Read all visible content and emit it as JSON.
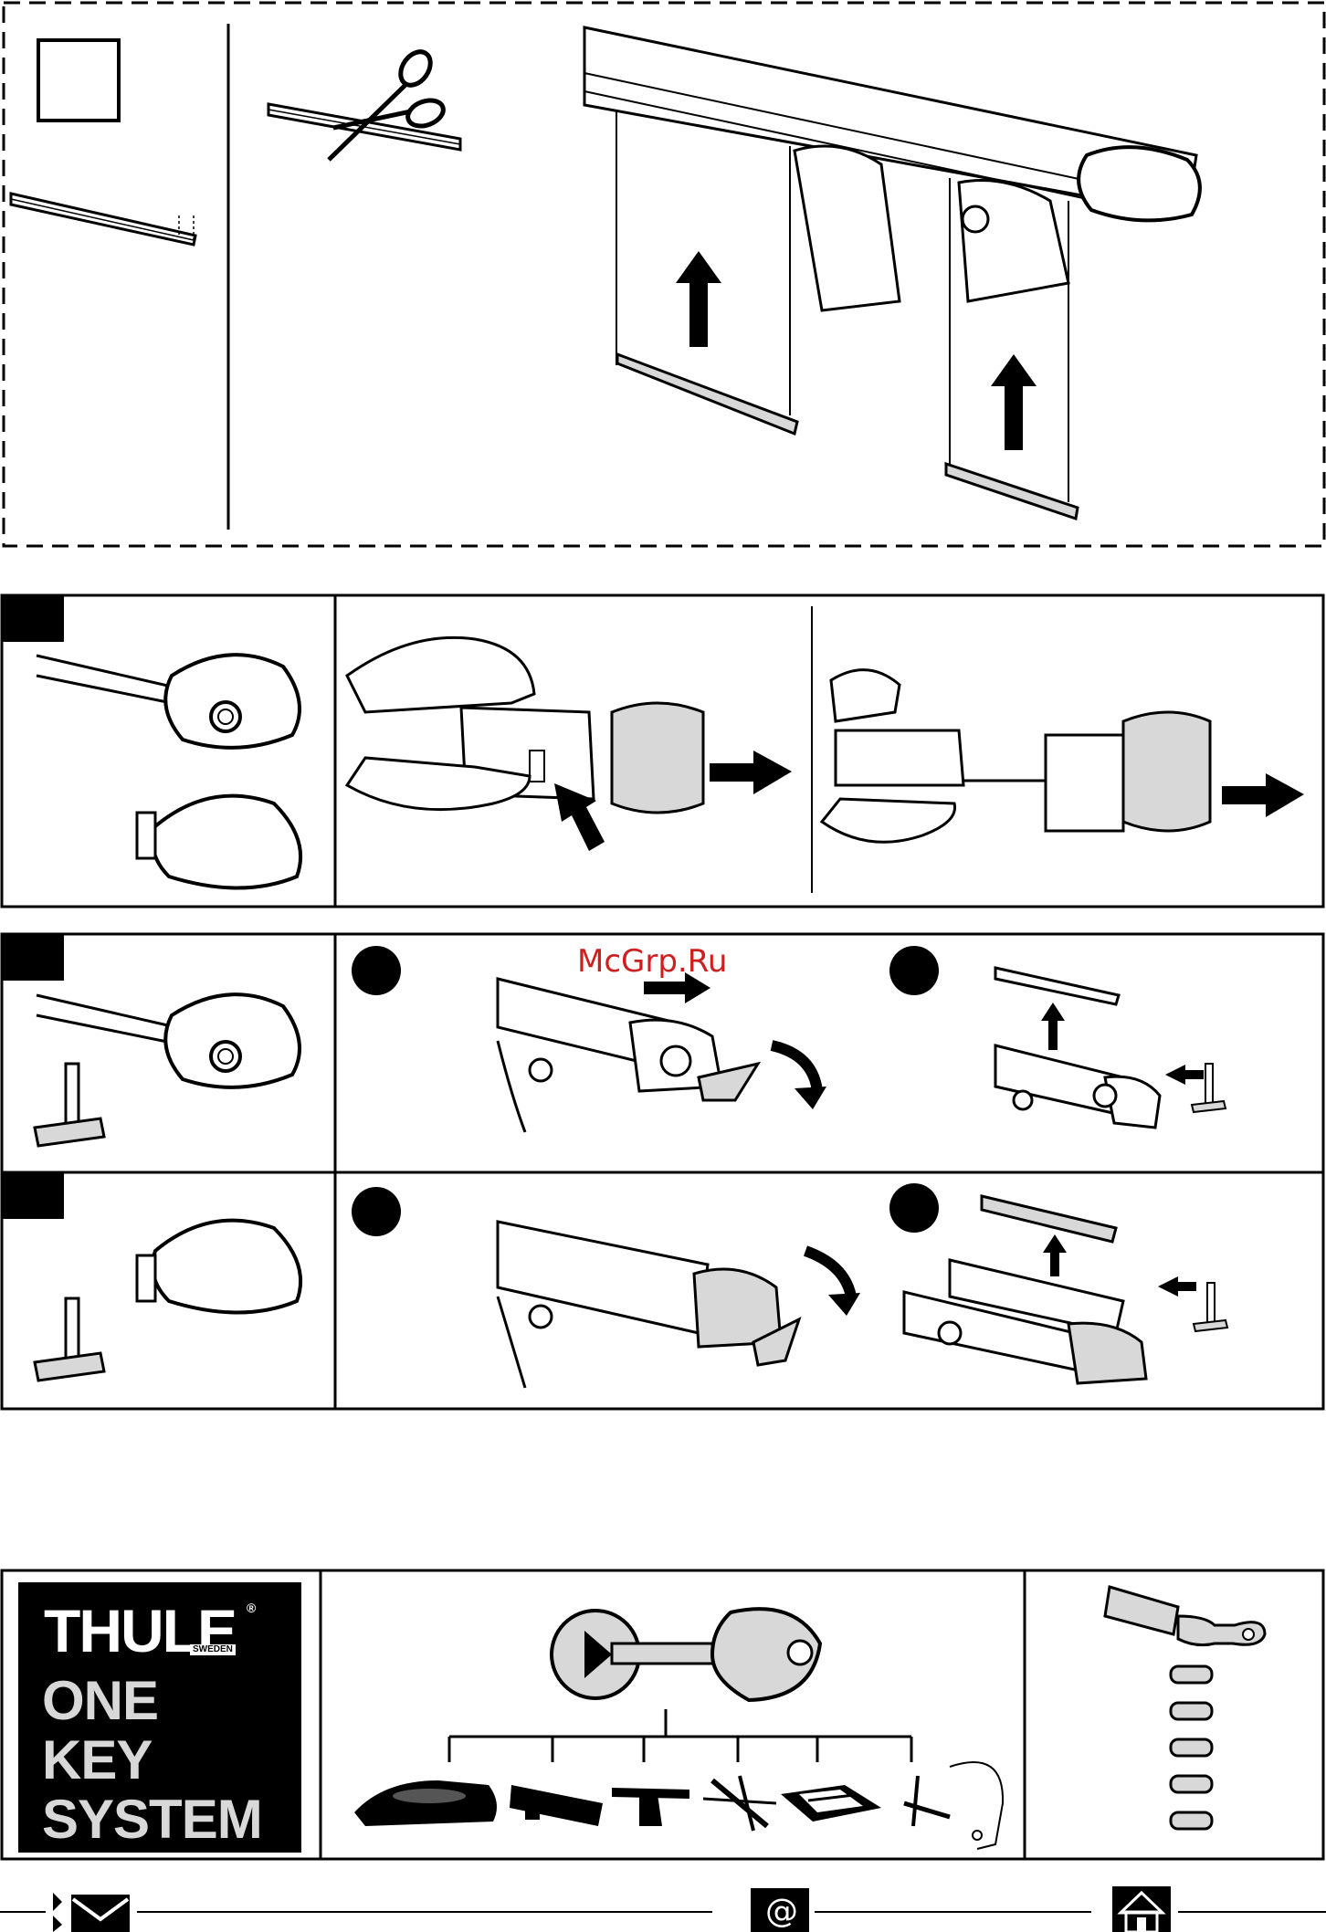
{
  "watermark": {
    "text": "McGrp.Ru",
    "color": "#cc1f1f"
  },
  "brand": {
    "name": "THULE",
    "registered": "®",
    "country": "SWEDEN",
    "line1": "ONE",
    "line2": "KEY",
    "line3": "SYSTEM"
  },
  "footer_icons": [
    "envelope-icon",
    "at-sign-icon",
    "home-icon"
  ],
  "footer_at_symbol": "@",
  "colors": {
    "ink": "#000000",
    "panel_fill": "#ffffff",
    "part_shade": "#d8d8d8",
    "arrow": "#000000"
  }
}
